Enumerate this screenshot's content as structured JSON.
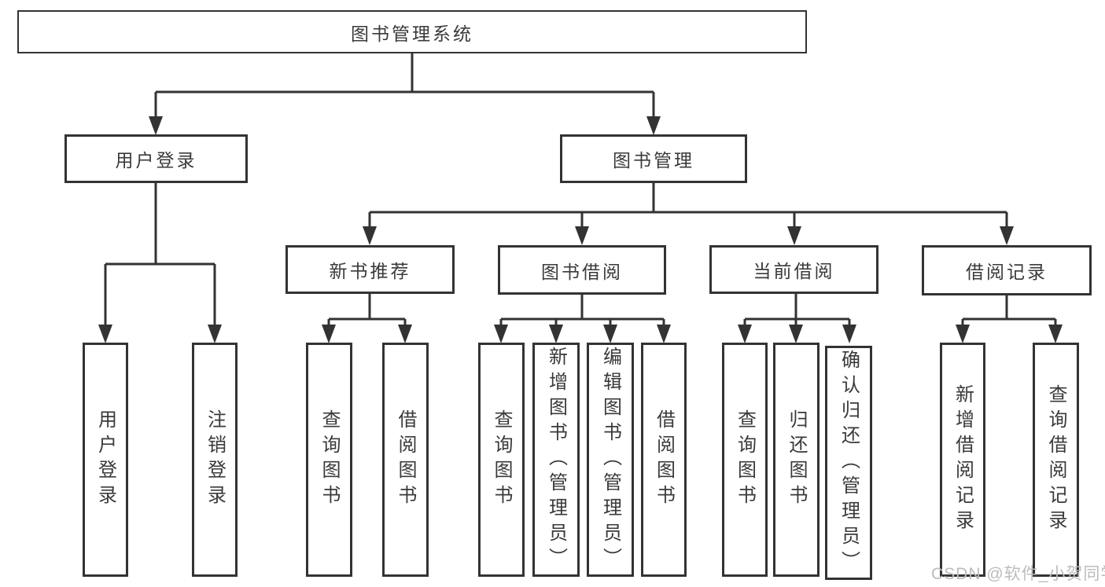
{
  "tree": {
    "label": "图书管理系统",
    "children": [
      {
        "label": "用户登录",
        "children": [
          {
            "label": "用户登录"
          },
          {
            "label": "注销登录"
          }
        ]
      },
      {
        "label": "图书管理",
        "children": [
          {
            "label": "新书推荐",
            "children": [
              {
                "label": "查询图书"
              },
              {
                "label": "借阅图书"
              }
            ]
          },
          {
            "label": "图书借阅",
            "children": [
              {
                "label": "查询图书"
              },
              {
                "label": "新增图书（管理员）"
              },
              {
                "label": "编辑图书（管理员）"
              },
              {
                "label": "借阅图书"
              }
            ]
          },
          {
            "label": "当前借阅",
            "children": [
              {
                "label": "查询图书"
              },
              {
                "label": "归还图书"
              },
              {
                "label": "确认归还（管理员）"
              }
            ]
          },
          {
            "label": "借阅记录",
            "children": [
              {
                "label": "新增借阅记录"
              },
              {
                "label": "查询借阅记录"
              }
            ]
          }
        ]
      }
    ]
  },
  "watermark": "CSDN @软件_小贺同学",
  "colors": {
    "line": "#333333",
    "text": "#3a3a3a",
    "background": "#ffffff",
    "watermark": "#bcbcbc"
  }
}
